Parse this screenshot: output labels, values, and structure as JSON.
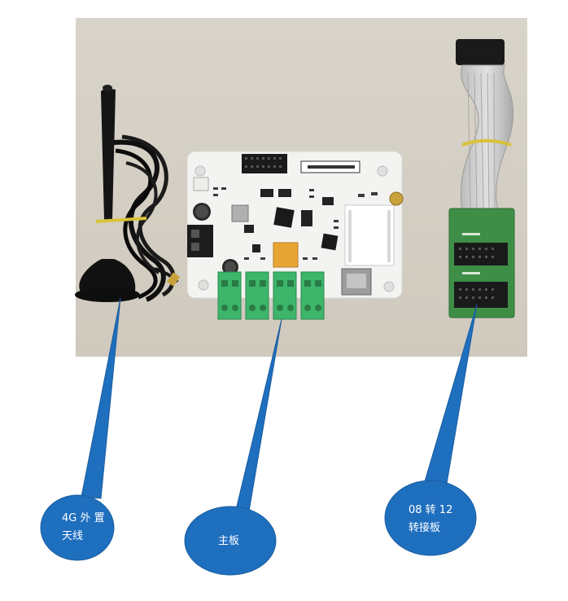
{
  "callouts": [
    {
      "id": "antenna",
      "lines": [
        "4G 外 置",
        "天线"
      ]
    },
    {
      "id": "mainboard",
      "lines": [
        "主板"
      ]
    },
    {
      "id": "adapter",
      "lines": [
        "08 转 12",
        "转接板"
      ]
    }
  ],
  "colors": {
    "callout_fill": "#1F6FBF",
    "callout_stroke": "#1A5C9E",
    "pcb_white": "#F4F4F2",
    "pcb_green": "#3E8E47",
    "terminal_green": "#3DB56A",
    "background_wall": "#D8D3C8"
  }
}
